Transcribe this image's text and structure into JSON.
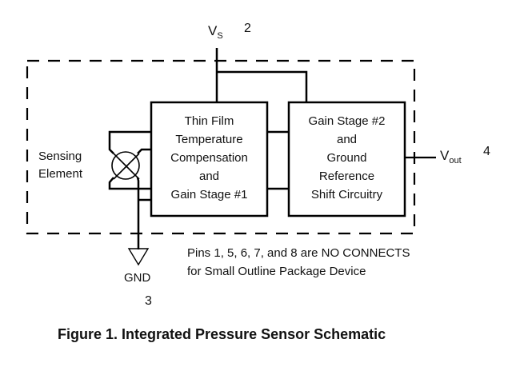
{
  "diagram": {
    "title": "Figure 1. Integrated Pressure Sensor Schematic",
    "package_outline": "dashed",
    "supply": {
      "label_main": "V",
      "label_sub": "S",
      "pin": "2"
    },
    "output": {
      "label_main": "V",
      "label_sub": "out",
      "pin": "4"
    },
    "ground": {
      "label": "GND",
      "pin": "3"
    },
    "sensing_element": {
      "lines": [
        "Sensing",
        "Element"
      ],
      "icon": "crossed-circle-sensor"
    },
    "blocks": [
      {
        "id": "block-1",
        "lines": [
          "Thin Film",
          "Temperature",
          "Compensation",
          "and",
          "Gain Stage #1"
        ]
      },
      {
        "id": "block-2",
        "lines": [
          "Gain Stage #2",
          "and",
          "Ground",
          "Reference",
          "Shift Circuitry"
        ]
      }
    ],
    "note": [
      "Pins 1, 5, 6, 7, and 8 are NO CONNECTS",
      "for Small Outline Package Device"
    ],
    "colors": {
      "line": "#000000",
      "text": "#111111",
      "background": "#ffffff"
    }
  }
}
